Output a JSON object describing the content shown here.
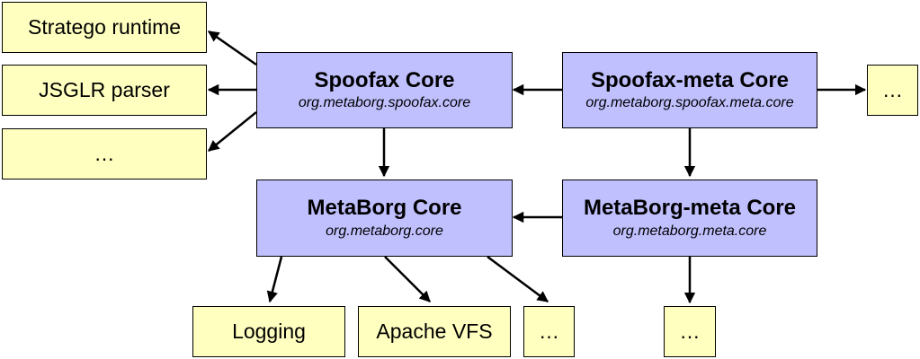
{
  "cores": {
    "spoofax": {
      "title": "Spoofax Core",
      "package": "org.metaborg.spoofax.core"
    },
    "spoofax_meta": {
      "title": "Spoofax-meta Core",
      "package": "org.metaborg.spoofax.meta.core"
    },
    "metaborg": {
      "title": "MetaBorg Core",
      "package": "org.metaborg.core"
    },
    "metaborg_meta": {
      "title": "MetaBorg-meta Core",
      "package": "org.metaborg.meta.core"
    }
  },
  "libs": {
    "stratego_runtime": "Stratego runtime",
    "jsglr_parser": "JSGLR parser",
    "spoofax_more": "…",
    "spoofax_meta_more": "…",
    "logging": "Logging",
    "apache_vfs": "Apache VFS",
    "metaborg_more": "…",
    "metaborg_meta_more": "…"
  },
  "colors": {
    "library_fill": "#ffffc0",
    "core_fill": "#c0c0ff",
    "stroke": "#000000"
  }
}
